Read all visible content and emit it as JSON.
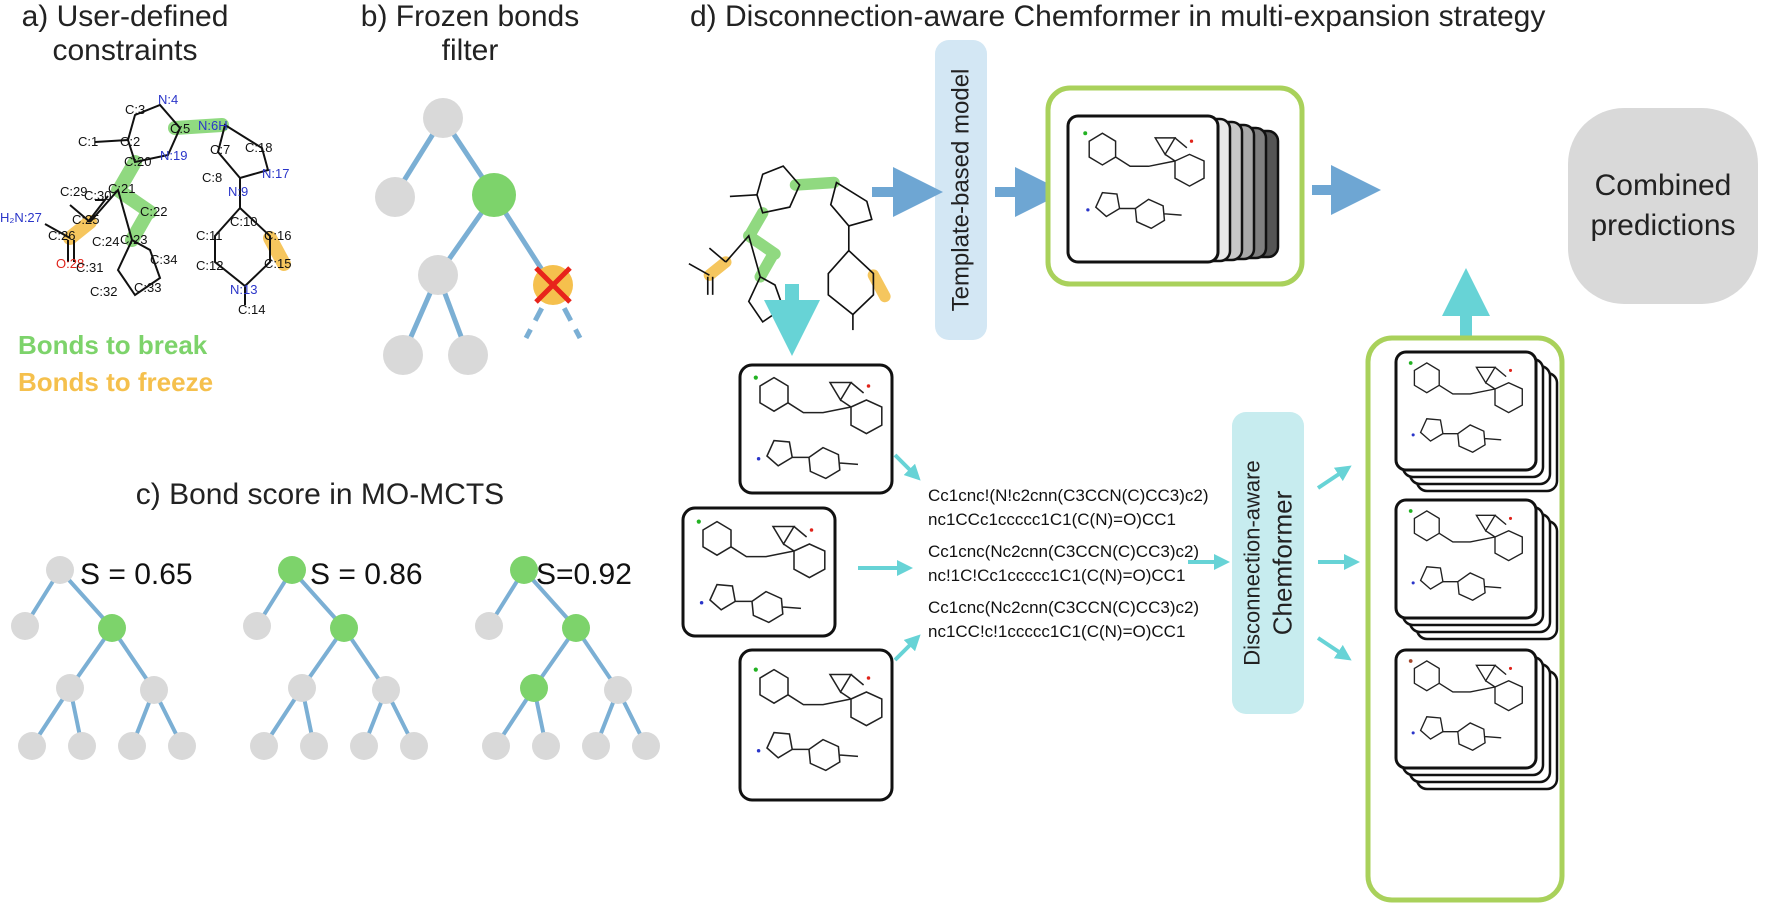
{
  "panels": {
    "a": {
      "title_line1": "a) User-defined",
      "title_line2": "constraints"
    },
    "b": {
      "title_line1": "b) Frozen bonds",
      "title_line2": "filter"
    },
    "c": {
      "title": "c) Bond score in MO-MCTS"
    },
    "d": {
      "title": "d) Disconnection-aware Chemformer in multi-expansion strategy"
    }
  },
  "legend": {
    "break": {
      "label": "Bonds to break",
      "color": "#7dd36b"
    },
    "freeze": {
      "label": "Bonds to freeze",
      "color": "#f5c04d"
    }
  },
  "scores": [
    "S = 0.65",
    "S = 0.86",
    "S=0.92"
  ],
  "models": {
    "template": "Template-based model",
    "chemformer_line1": "Disconnection-aware",
    "chemformer_line2": "Chemformer"
  },
  "combined": {
    "line1": "Combined",
    "line2": "predictions"
  },
  "smiles": [
    {
      "line1": "Cc1cnc!(N!c2cnn(C3CCN(C)CC3)c2)",
      "line2": "nc1CCc1ccccc1C1(C(N)=O)CC1"
    },
    {
      "line1": "Cc1cnc(Nc2cnn(C3CCN(C)CC3)c2)",
      "line2": "nc!1C!Cc1ccccc1C1(C(N)=O)CC1"
    },
    {
      "line1": "Cc1cnc(Nc2cnn(C3CCN(C)CC3)c2)",
      "line2": "nc1CC!c!1ccccc1C1(C(N)=O)CC1"
    }
  ],
  "atoms": {
    "c3": "C:3",
    "n4": "N:4",
    "c5": "C:5",
    "n6h": "N:6H",
    "c1": "C:1",
    "c2": "C:2",
    "c7": "C:7",
    "c18": "C:18",
    "c20": "C:20",
    "n19": "N:19",
    "c8": "C:8",
    "n17": "N:17",
    "c21": "C:21",
    "c29": "C:29",
    "c30": "C:30",
    "n9": "N:9",
    "h2n27": "H₂N:27",
    "c25": "C:25",
    "c22": "C:22",
    "c10": "C:10",
    "c26": "C:26",
    "c24": "C:24",
    "c23": "C:23",
    "c11": "C:11",
    "c16": "C:16",
    "o28": "O:28",
    "c31": "C:31",
    "c34": "C:34",
    "c12": "C:12",
    "c15": "C:15",
    "c32": "C:32",
    "c33": "C:33",
    "n13": "N:13",
    "c14": "C:14"
  },
  "colors": {
    "tree_edge": "#7bafd4",
    "tree_node": "#d9d9d9",
    "node_green": "#7dd36b",
    "node_orange": "#f5c04d",
    "arrow_blue": "#6ea6d3",
    "arrow_cyan": "#67d3d6",
    "box_green": "#a9d15b",
    "template_bg": "#d3e7f4",
    "chemformer_bg": "#c7ecef",
    "nitrogen": "#2a35c9",
    "oxygen": "#e0241b",
    "chlorine": "#22b222",
    "bromine": "#a3462a"
  }
}
